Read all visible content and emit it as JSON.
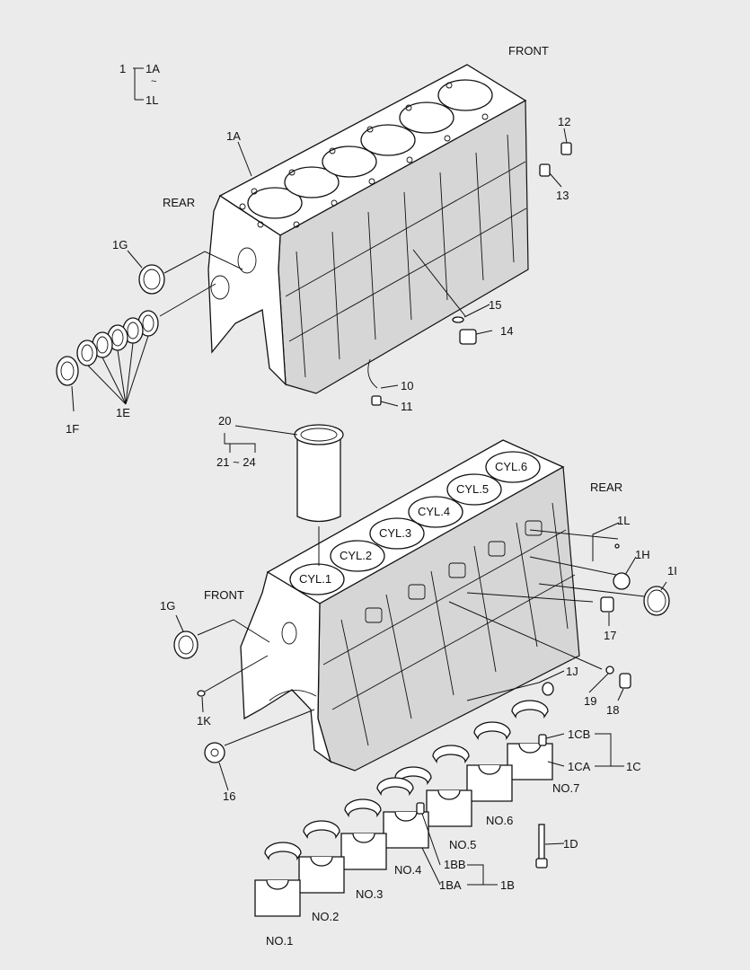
{
  "labels": {
    "front_top": "FRONT",
    "rear_top": "REAR",
    "front_bottom": "FRONT",
    "rear_bottom": "REAR",
    "k_1": "1",
    "k_1A_key": "1A",
    "k_tilde": "~",
    "k_1L_key": "1L",
    "p1A": "1A",
    "p1G_top": "1G",
    "p1E": "1E",
    "p1F": "1F",
    "p10": "10",
    "p11": "11",
    "p12": "12",
    "p13": "13",
    "p14": "14",
    "p15": "15",
    "p20": "20",
    "p21_24": "21 ~ 24",
    "p1L": "1L",
    "p1H": "1H",
    "p1I": "1I",
    "p17": "17",
    "p1G_bot": "1G",
    "p1K": "1K",
    "p1J": "1J",
    "p19": "19",
    "p18": "18",
    "p16": "16",
    "p1CB": "1CB",
    "p1CA": "1CA",
    "p1C": "1C",
    "p1D": "1D",
    "p1BB": "1BB",
    "p1BA": "1BA",
    "p1B": "1B"
  },
  "cylinders": [
    "CYL.1",
    "CYL.2",
    "CYL.3",
    "CYL.4",
    "CYL.5",
    "CYL.6"
  ],
  "bearing_caps": [
    "NO.1",
    "NO.2",
    "NO.3",
    "NO.4",
    "NO.5",
    "NO.6",
    "NO.7"
  ]
}
